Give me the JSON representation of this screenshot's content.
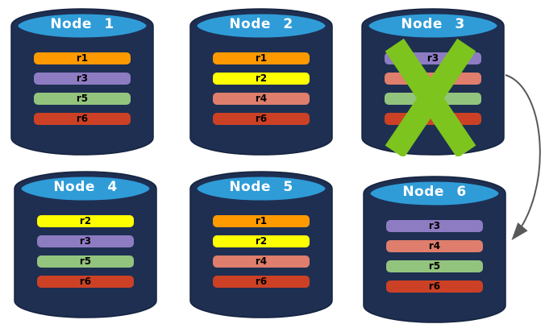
{
  "colors": {
    "background": "#FFFFFF",
    "cylinder_body": "#1E2F52",
    "cylinder_outline": "#15233F",
    "cylinder_top": "#2F9CD8",
    "node_title_text": "#FFFFFF",
    "record_text": "#000000",
    "failure_x": "#7DC41E",
    "arrow": "#595959",
    "record_r1": "#FF9900",
    "record_r2": "#FFFF00",
    "record_r3": "#8E7CC3",
    "record_r4": "#DF7E6C",
    "record_r5": "#93C47D",
    "record_r6": "#CC4125"
  },
  "nodes": [
    {
      "label": "Node 1",
      "failed": false,
      "records": [
        {
          "label": "r1",
          "color": "#FF9900"
        },
        {
          "label": "r3",
          "color": "#8E7CC3"
        },
        {
          "label": "r5",
          "color": "#93C47D"
        },
        {
          "label": "r6",
          "color": "#CC4125"
        }
      ]
    },
    {
      "label": "Node 2",
      "failed": false,
      "records": [
        {
          "label": "r1",
          "color": "#FF9900"
        },
        {
          "label": "r2",
          "color": "#FFFF00"
        },
        {
          "label": "r4",
          "color": "#DF7E6C"
        },
        {
          "label": "r6",
          "color": "#CC4125"
        }
      ]
    },
    {
      "label": "Node 3",
      "failed": true,
      "records": [
        {
          "label": "r3",
          "color": "#8E7CC3"
        },
        {
          "label": "",
          "color": "#DF7E6C"
        },
        {
          "label": "",
          "color": "#93C47D"
        },
        {
          "label": "",
          "color": "#CC4125"
        }
      ]
    },
    {
      "label": "Node 4",
      "failed": false,
      "records": [
        {
          "label": "r2",
          "color": "#FFFF00"
        },
        {
          "label": "r3",
          "color": "#8E7CC3"
        },
        {
          "label": "r5",
          "color": "#93C47D"
        },
        {
          "label": "r6",
          "color": "#CC4125"
        }
      ]
    },
    {
      "label": "Node 5",
      "failed": false,
      "records": [
        {
          "label": "r1",
          "color": "#FF9900"
        },
        {
          "label": "r2",
          "color": "#FFFF00"
        },
        {
          "label": "r4",
          "color": "#DF7E6C"
        },
        {
          "label": "r6",
          "color": "#CC4125"
        }
      ]
    },
    {
      "label": "Node 6",
      "failed": false,
      "records": [
        {
          "label": "r3",
          "color": "#8E7CC3"
        },
        {
          "label": "r4",
          "color": "#DF7E6C"
        },
        {
          "label": "r5",
          "color": "#93C47D"
        },
        {
          "label": "r6",
          "color": "#CC4125"
        }
      ]
    }
  ]
}
